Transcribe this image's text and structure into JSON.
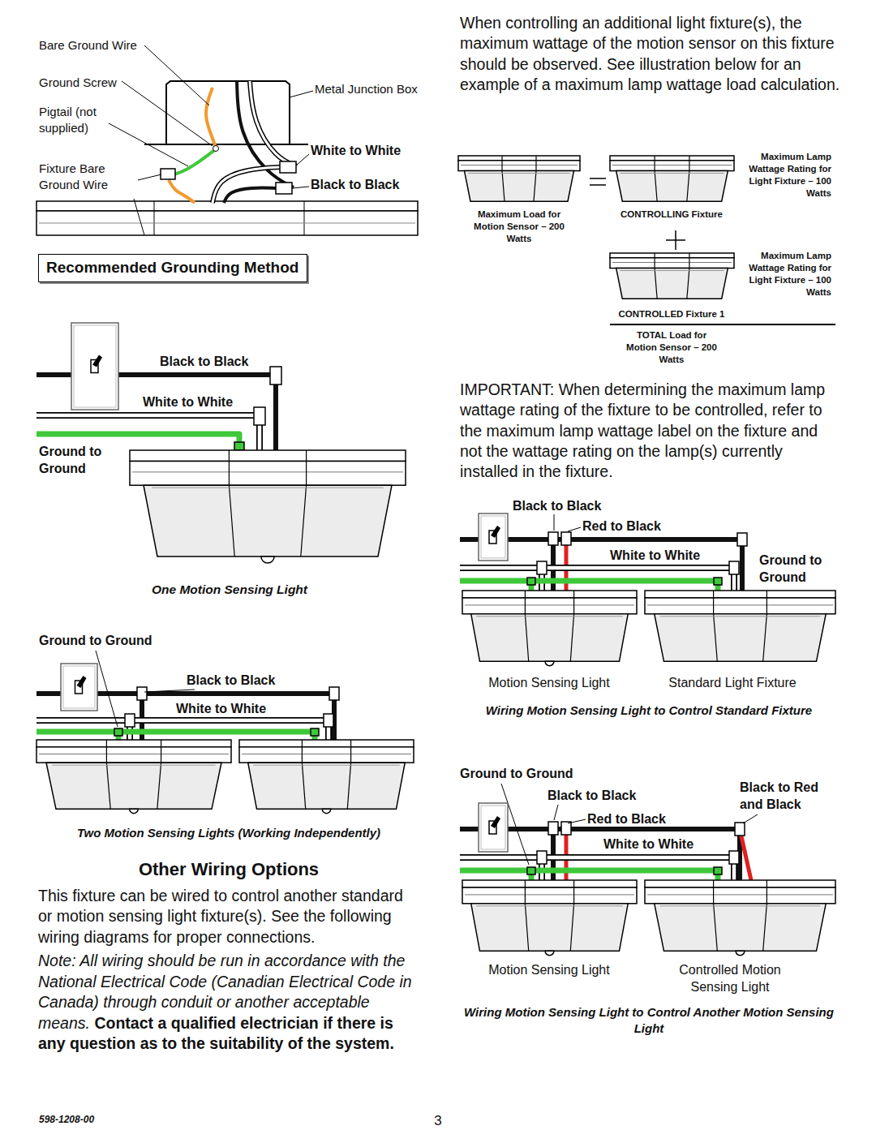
{
  "diagram": {
    "nodes": [
      {
        "text": [
          "Recommended Grounding Method"
        ]
      }
    ],
    "labels": [
      "Bare Ground Wire",
      "Ground Screw",
      "Pigtail (not supplied)",
      "Fixture Bare Ground Wire",
      "Metal Junction Box",
      "White to White",
      "Black to Black",
      "Black to Black",
      "White to White",
      "Ground to Ground",
      "One Motion Sensing Light",
      "Ground to Ground",
      "Black to Black",
      "White to White",
      "Two Motion Sensing Lights (Working Independently)",
      "Other Wiring Options",
      "This fixture can be wired to control another standard or motion sensing light fixture(s). See the following wiring diagrams for proper connections.",
      "Note: All wiring should be run in accordance with the National Electrical Code (Canadian Electrical Code in Canada) through conduit or another acceptable means.",
      "Contact a qualified electrician if there is any question as to the suitability of the system.",
      "When controlling an additional light fixture(s), the maximum wattage of the motion sensor on this fixture should be observed. See illustration below for an example of a maximum lamp wattage load calculation.",
      "Maximum Load for Motion Sensor – 200 Watts",
      "Maximum Lamp Wattage Rating for Light Fixture – 100 Watts",
      "CONTROLLING Fixture",
      "Maximum Lamp Wattage Rating for Light Fixture – 100 Watts",
      "CONTROLLED Fixture 1",
      "TOTAL Load for Motion Sensor – 200 Watts",
      "IMPORTANT: When determining the maximum lamp wattage rating of the fixture to be controlled, refer to the maximum lamp wattage label on the fixture and not the wattage rating on the lamp(s) currently installed in the fixture.",
      "Black to Black",
      "Red to Black",
      "White to White",
      "Ground to Ground",
      "Motion Sensing Light",
      "Standard Light Fixture",
      "Wiring Motion Sensing Light to Control Standard Fixture",
      "Ground to Ground",
      "Black to Black",
      "Black to Red and Black",
      "Red to Black",
      "White to White",
      "Motion Sensing Light",
      "Controlled Motion Sensing Light",
      "Wiring Motion Sensing Light to Control Another Motion Sensing Light",
      "598-1208-00",
      "3"
    ]
  }
}
